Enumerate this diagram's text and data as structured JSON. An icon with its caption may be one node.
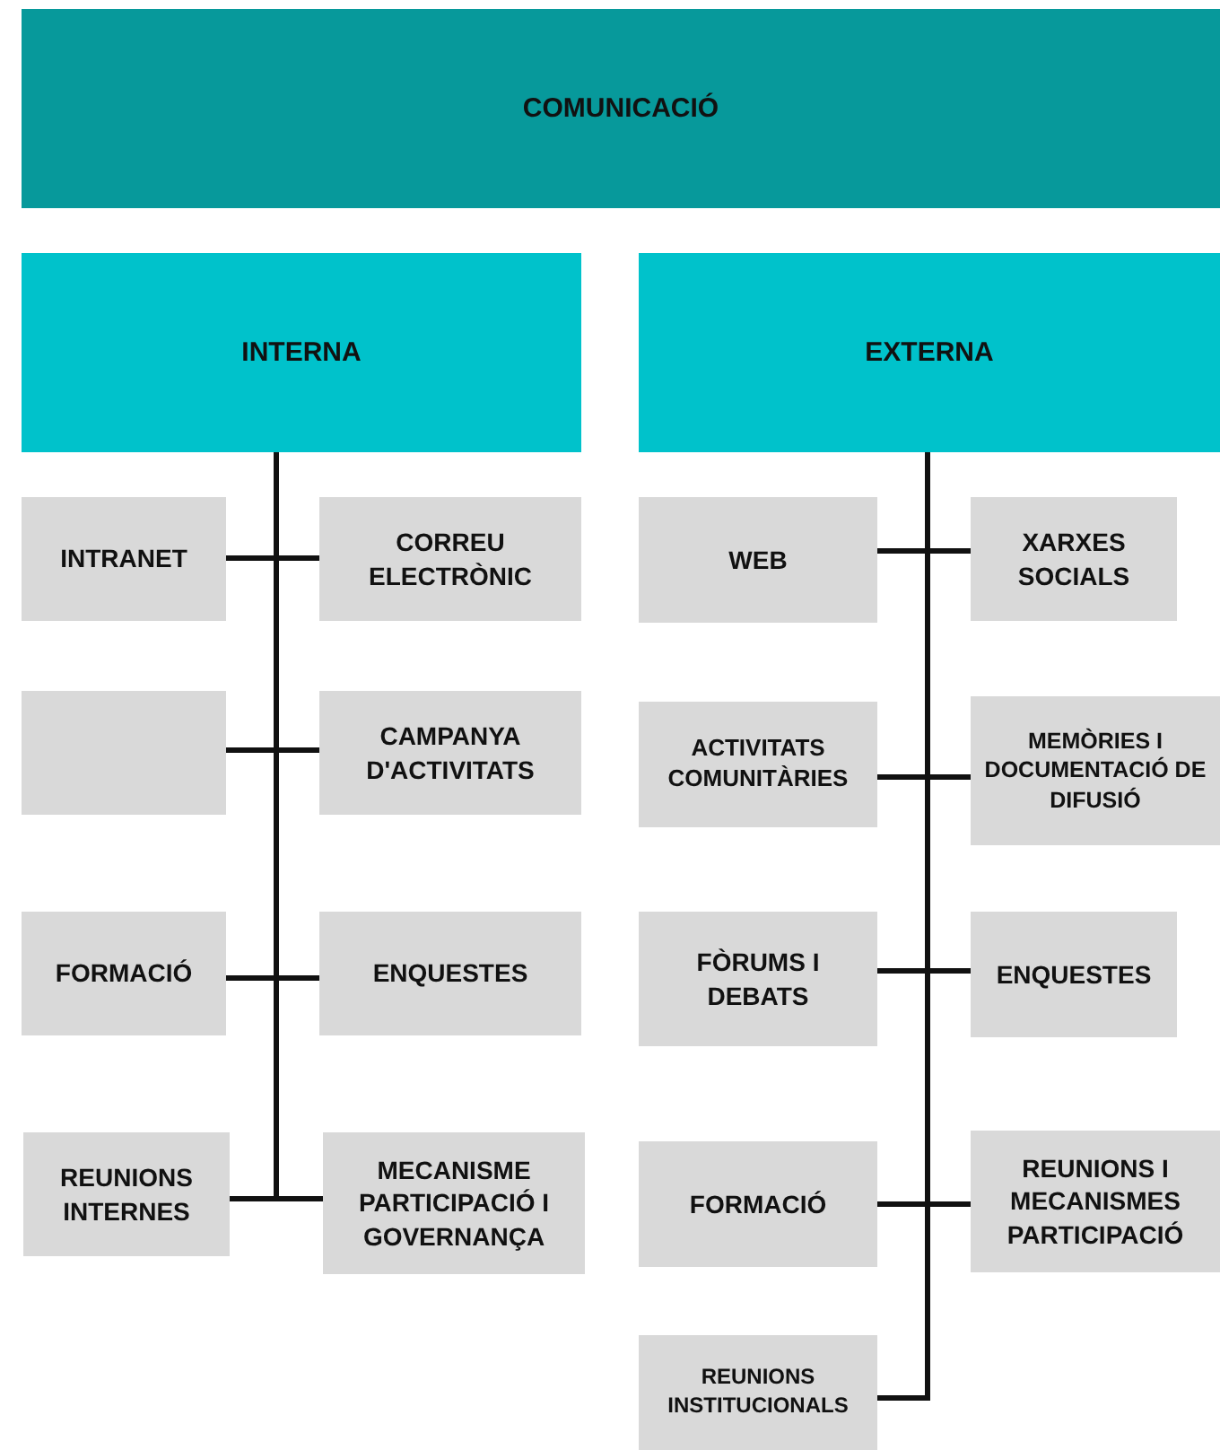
{
  "diagram": {
    "nodes": [
      {
        "text": [
          "COMUNICACIÓ"
        ]
      },
      {
        "text": [
          "INTERNA"
        ]
      },
      {
        "text": [
          "EXTERNA"
        ]
      },
      {
        "text": [
          "INTRANET"
        ]
      },
      {
        "text": [
          "CORREU ELECTRÒNIC"
        ]
      },
      {
        "text": [],
        "shape": "box"
      },
      {
        "text": [
          "CAMPANYA D'ACTIVITATS"
        ]
      },
      {
        "text": [
          "FORMACIÓ"
        ]
      },
      {
        "text": [
          "ENQUESTES"
        ]
      },
      {
        "text": [
          "REUNIONS INTERNES"
        ]
      },
      {
        "text": [
          "MECANISME PARTICIPACIÓ I GOVERNANÇA"
        ]
      },
      {
        "text": [
          "WEB"
        ]
      },
      {
        "text": [
          "XARXES SOCIALS"
        ]
      },
      {
        "text": [
          "ACTIVITATS COMUNITÀRIES"
        ]
      },
      {
        "text": [
          "MEMÒRIES I DOCUMENTACIÓ DE DIFUSIÓ"
        ]
      },
      {
        "text": [
          "FÒRUMS I DEBATS"
        ]
      },
      {
        "text": [
          "ENQUESTES"
        ]
      },
      {
        "text": [
          "FORMACIÓ"
        ]
      },
      {
        "text": [
          "REUNIONS I MECANISMES PARTICIPACIÓ"
        ]
      },
      {
        "text": [
          "REUNIONS INSTITUCIONALS"
        ]
      }
    ],
    "edges": [
      {
        "from": 1,
        "to": 3,
        "arrow": "none"
      },
      {
        "from": 1,
        "to": 4,
        "arrow": "none"
      },
      {
        "from": 1,
        "to": 5,
        "arrow": "none"
      },
      {
        "from": 1,
        "to": 6,
        "arrow": "none"
      },
      {
        "from": 1,
        "to": 7,
        "arrow": "none"
      },
      {
        "from": 1,
        "to": 8,
        "arrow": "none"
      },
      {
        "from": 1,
        "to": 9,
        "arrow": "none"
      },
      {
        "from": 1,
        "to": 10,
        "arrow": "none"
      },
      {
        "from": 2,
        "to": 11,
        "arrow": "none"
      },
      {
        "from": 2,
        "to": 12,
        "arrow": "none"
      },
      {
        "from": 2,
        "to": 13,
        "arrow": "none"
      },
      {
        "from": 2,
        "to": 14,
        "arrow": "none"
      },
      {
        "from": 2,
        "to": 15,
        "arrow": "none"
      },
      {
        "from": 2,
        "to": 16,
        "arrow": "none"
      },
      {
        "from": 2,
        "to": 17,
        "arrow": "none"
      },
      {
        "from": 2,
        "to": 18,
        "arrow": "none"
      },
      {
        "from": 2,
        "to": 19,
        "arrow": "none"
      }
    ]
  }
}
